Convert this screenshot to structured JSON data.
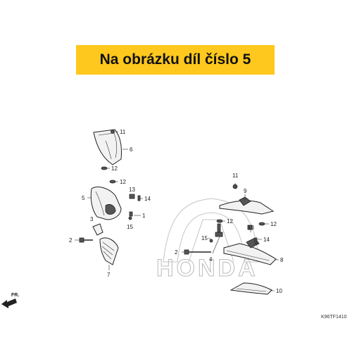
{
  "banner": {
    "text": "Na obrázku díl číslo 5"
  },
  "diagram": {
    "code": "K96TF1410",
    "direction_label": "FR.",
    "watermark": "HONDA",
    "part_labels": {
      "p11a": "11",
      "p6": "6",
      "p12a": "12",
      "p12b": "12",
      "p5": "5",
      "p13a": "13",
      "p14a": "14",
      "p1": "1",
      "p15a": "15",
      "p3": "3",
      "p2a": "2",
      "p7": "7",
      "p11b": "11",
      "p9": "9",
      "p12c": "12",
      "p12d": "12",
      "p13b": "13",
      "p14b": "14",
      "p15b": "15",
      "p2b": "2",
      "p4": "4",
      "p8": "8",
      "p10": "10"
    }
  }
}
